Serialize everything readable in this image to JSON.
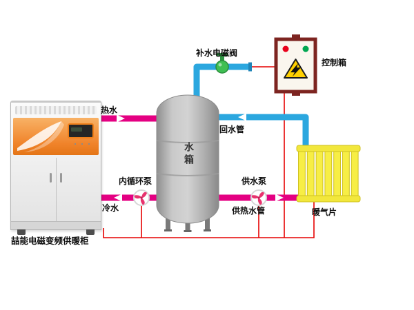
{
  "diagram": {
    "components": {
      "hot_water": "热水",
      "cold_water": "冷水",
      "fill_valve": "补水电磁阀",
      "control_box": "控制箱",
      "return_pipe": "回水管",
      "water_tank": "水箱",
      "inner_pump": "内循环泵",
      "supply_pump": "供水泵",
      "supply_pipe": "供热水管",
      "radiator": "暖气片",
      "cabinet": "喆能电磁变频供暖柜"
    },
    "colors": {
      "hot_pipe_magenta": "#e40082",
      "water_pipe_blue": "#2ba7df",
      "control_wire_red": "#e60000",
      "radiator_yellow": "#f7ee45",
      "valve_green": "#3fbf53",
      "control_box_maroon": "#7d2420",
      "indicator_red": "#e8001b",
      "indicator_green": "#00a651",
      "warning_yellow": "#ffd000",
      "cabinet_orange": "#f0832a",
      "tank_gray": "#b5b5b5"
    }
  }
}
